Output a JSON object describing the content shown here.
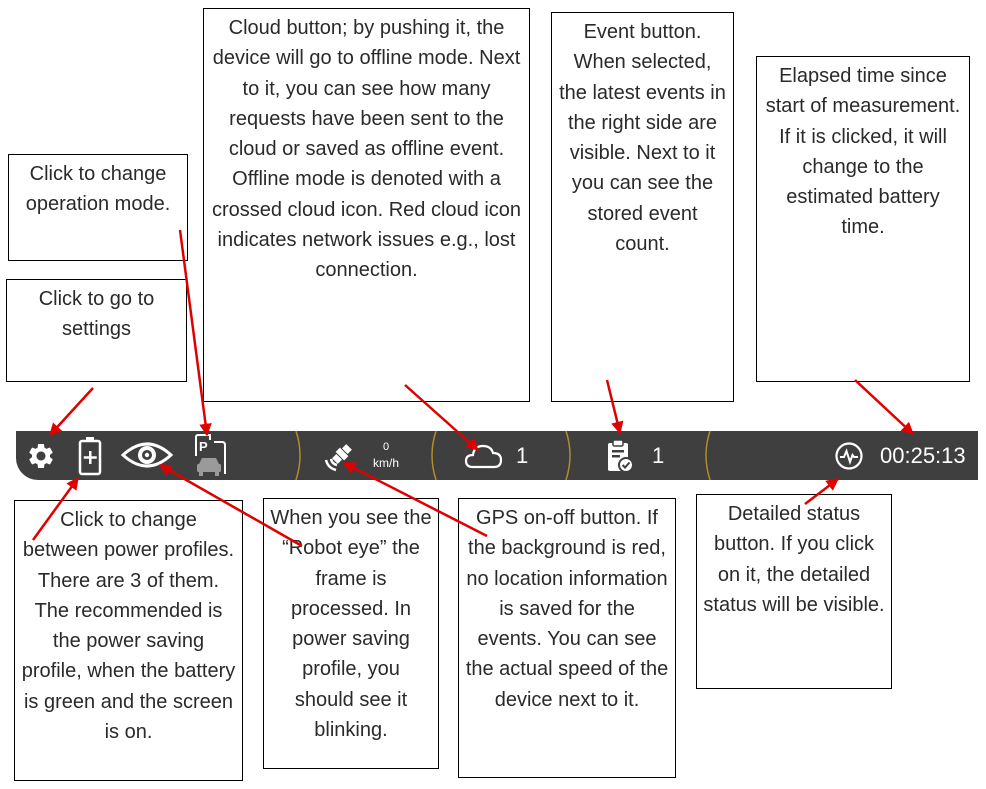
{
  "callouts": {
    "operation_mode": "Click to change operation mode.",
    "settings": "Click to go to settings",
    "cloud": "Cloud button; by pushing it, the device will go to offline mode. Next to it, you can see how many requests have been sent to the cloud or saved as offline event. Offline mode is denoted with a crossed cloud icon. Red cloud icon indicates network issues e.g., lost connection.",
    "event": "Event button. When selected, the latest events in the right side are visible. Next to it you can see the stored event count.",
    "elapsed": "Elapsed time since start of measurement. If it is clicked, it will change to the estimated battery time.",
    "power": "Click to change between power profiles. There are 3 of them. The recommended is the power saving profile, when the battery is green and the screen is on.",
    "robot_eye": "When you see the “Robot eye” the frame is processed. In power saving profile, you should see it blinking.",
    "gps": "GPS on-off button. If the background is red, no location information is saved for the events. You can see the actual speed of the device next to it.",
    "status": "Detailed status button. If you click on it, the detailed status will be visible."
  },
  "toolbar": {
    "speed_value": "0",
    "speed_unit": "km/h",
    "cloud_count": "1",
    "event_count": "1",
    "elapsed_time": "00:25:13"
  },
  "icons": {
    "settings": "gear-icon",
    "power": "battery-plus-icon",
    "robot_eye": "eye-icon",
    "operation_mode": "parking-car-icon",
    "gps": "satellite-icon",
    "cloud": "cloud-icon",
    "event": "clipboard-check-icon",
    "status": "pulse-icon"
  },
  "colors": {
    "toolbar_bg": "#3f3f3f",
    "divider": "#b08d2a",
    "arrow": "#e00000",
    "icon": "#ffffff"
  }
}
